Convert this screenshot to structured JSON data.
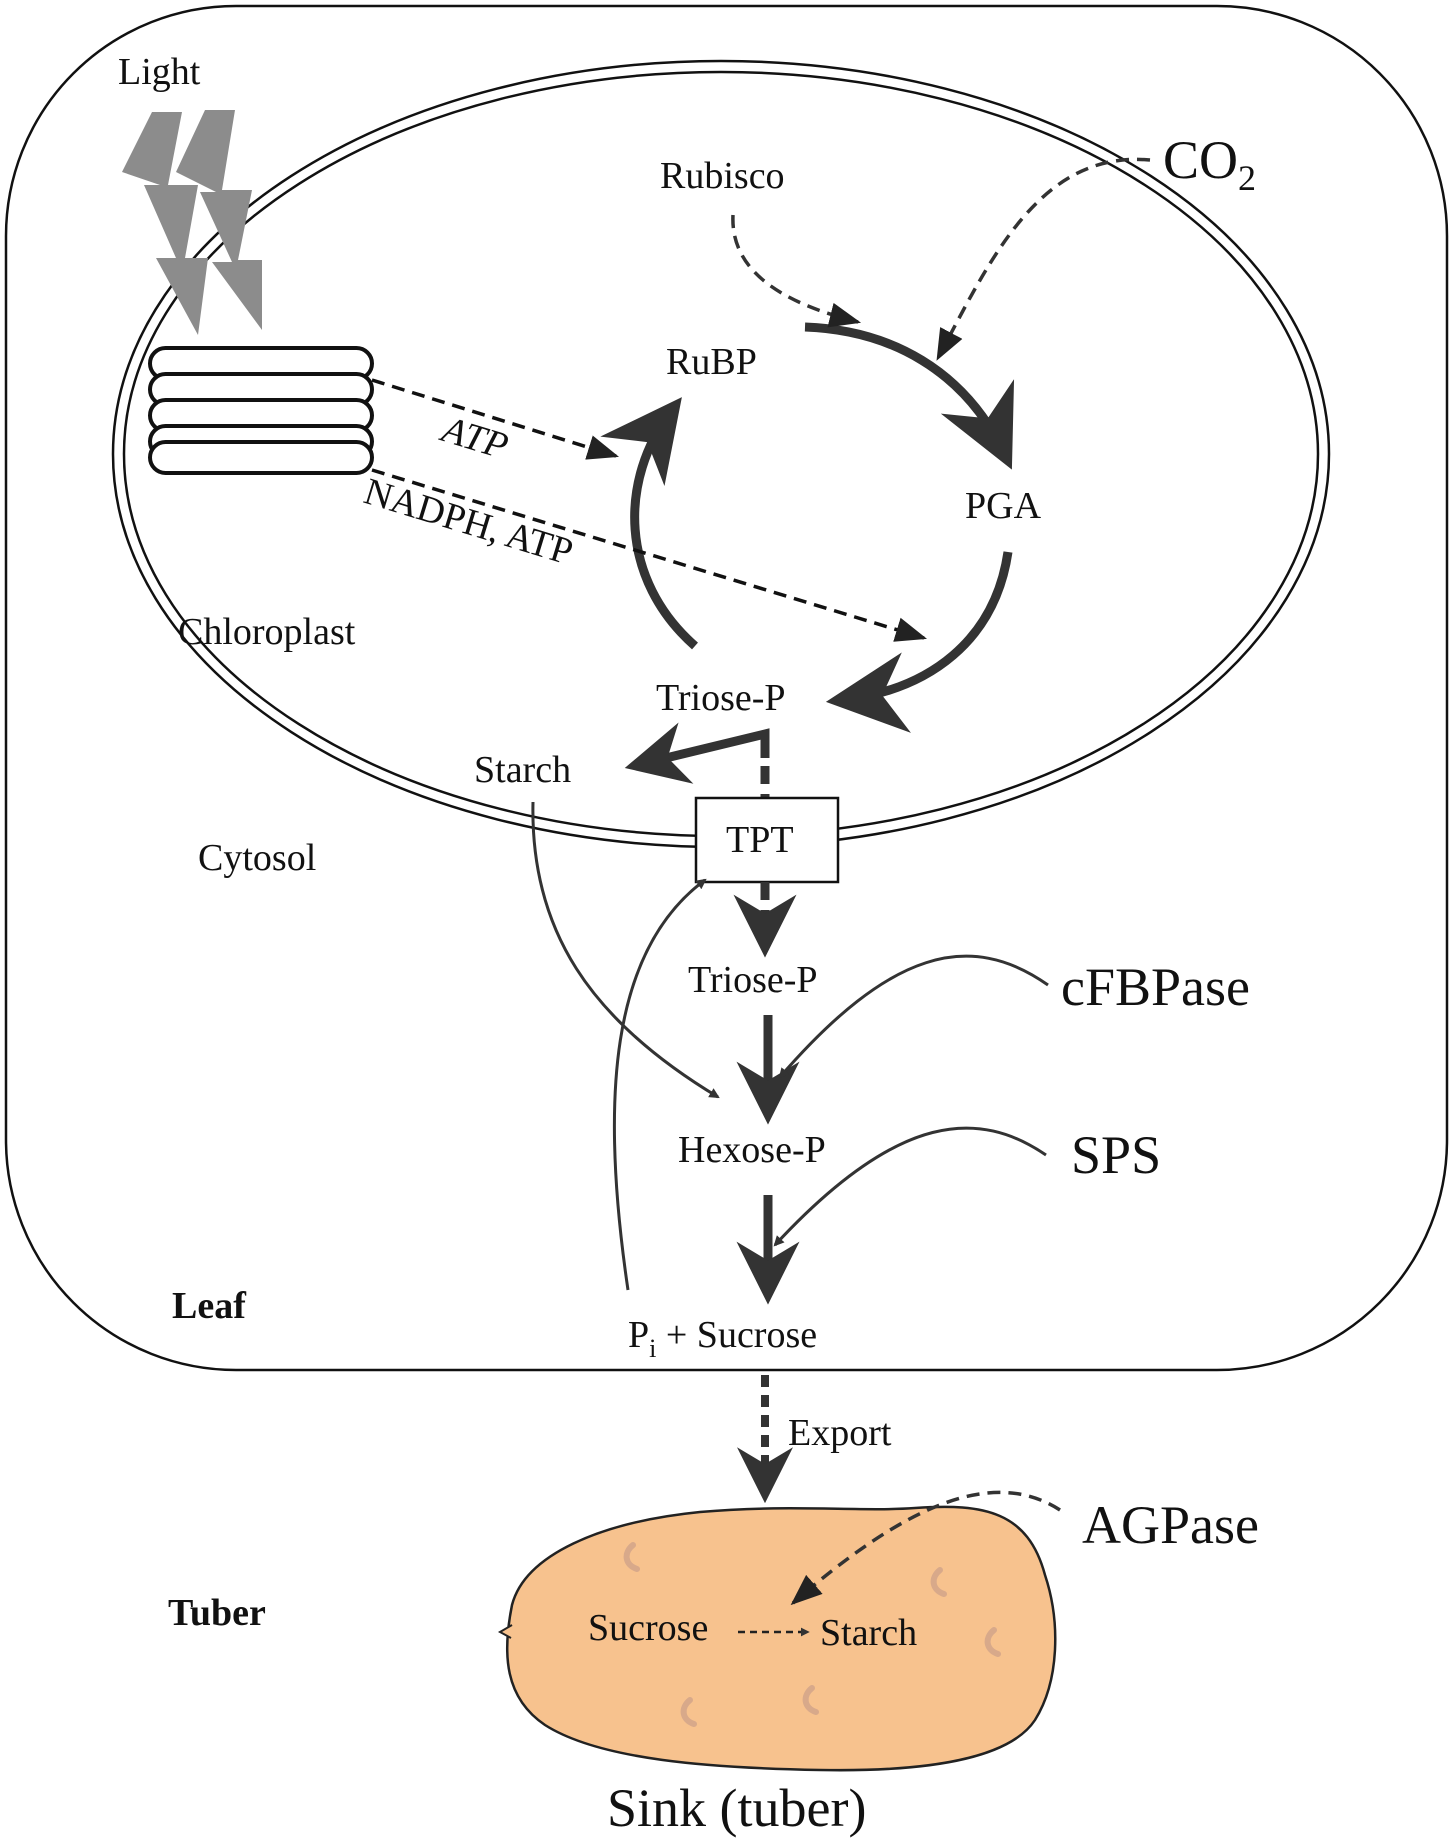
{
  "labels": {
    "light": "Light",
    "rubisco": "Rubisco",
    "co2_main": "CO",
    "co2_sub": "2",
    "rubp": "RuBP",
    "atp": "ATP",
    "pga": "PGA",
    "nadph_atp": "NADPH, ATP",
    "chloroplast": "Chloroplast",
    "triose_p_chloroplast": "Triose-P",
    "starch_leaf": "Starch",
    "tpt": "TPT",
    "cytosol": "Cytosol",
    "triose_p_cytosol": "Triose-P",
    "cfbpase": "cFBPase",
    "hexose_p": "Hexose-P",
    "sps": "SPS",
    "leaf": "Leaf",
    "pi_main": "P",
    "pi_sub": "i",
    "plus_sucrose": " + Sucrose",
    "export": "Export",
    "agpase": "AGPase",
    "tuber": "Tuber",
    "sucrose_tuber": "Sucrose",
    "starch_tuber": "Starch",
    "sink": "Sink (tuber)"
  },
  "colors": {
    "tuber_fill": "#F7C28E",
    "tuber_eye": "#D8A98A",
    "bolt": "#8C8C8C",
    "arrow": "#333333"
  }
}
